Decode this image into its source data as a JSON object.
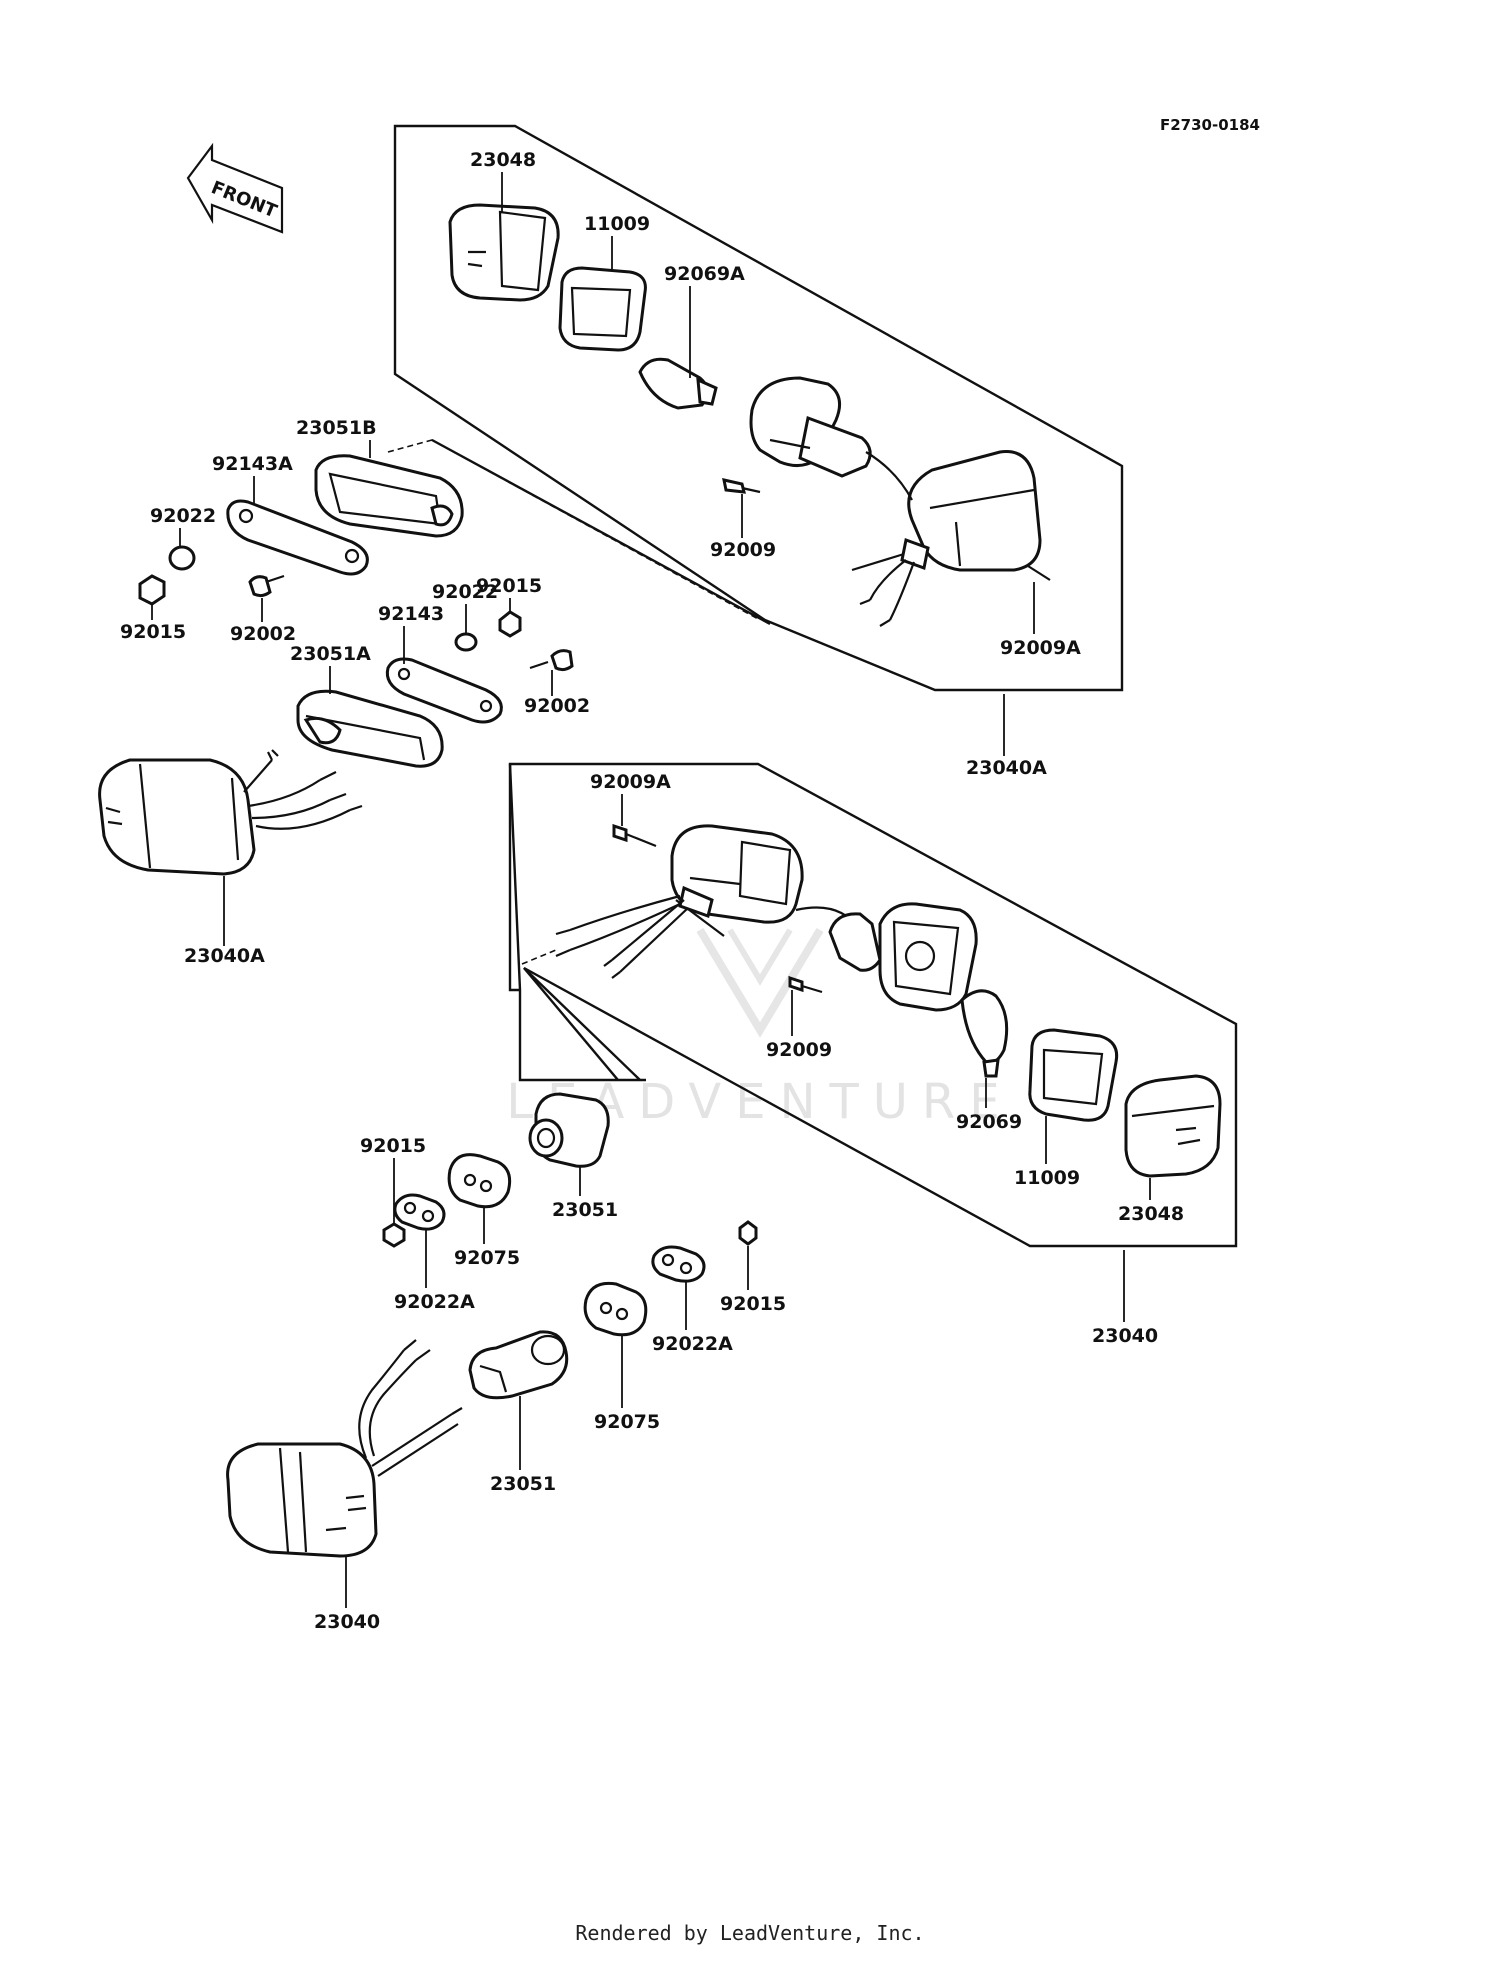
{
  "diagram_code": "F2730-0184",
  "front_label": "FRONT",
  "watermark": "LEADVENTURE",
  "footer": "Rendered by LeadVenture, Inc.",
  "labels": {
    "p23048_top": "23048",
    "p11009_top": "11009",
    "p92069A": "92069A",
    "p23051B": "23051B",
    "p92143A": "92143A",
    "p92022_left": "92022",
    "p92015_left": "92015",
    "p92002_left": "92002",
    "p92009_top": "92009",
    "p92015_mid": "92015",
    "p92022_mid": "92022",
    "p92143": "92143",
    "p23051A": "23051A",
    "p92002_mid": "92002",
    "p92009A_top": "92009A",
    "p23040A_right": "23040A",
    "p23040A_left": "23040A",
    "p92009A_mid": "92009A",
    "p92009_mid": "92009",
    "p92069": "92069",
    "p11009_mid": "11009",
    "p23048_mid": "23048",
    "p92015_low": "92015",
    "p23051_mid": "23051",
    "p92075_mid": "92075",
    "p92022A_left": "92022A",
    "p92015_right": "92015",
    "p92022A_right": "92022A",
    "p23040_right": "23040",
    "p92075_low": "92075",
    "p23051_low": "23051",
    "p23040_bottom": "23040"
  }
}
